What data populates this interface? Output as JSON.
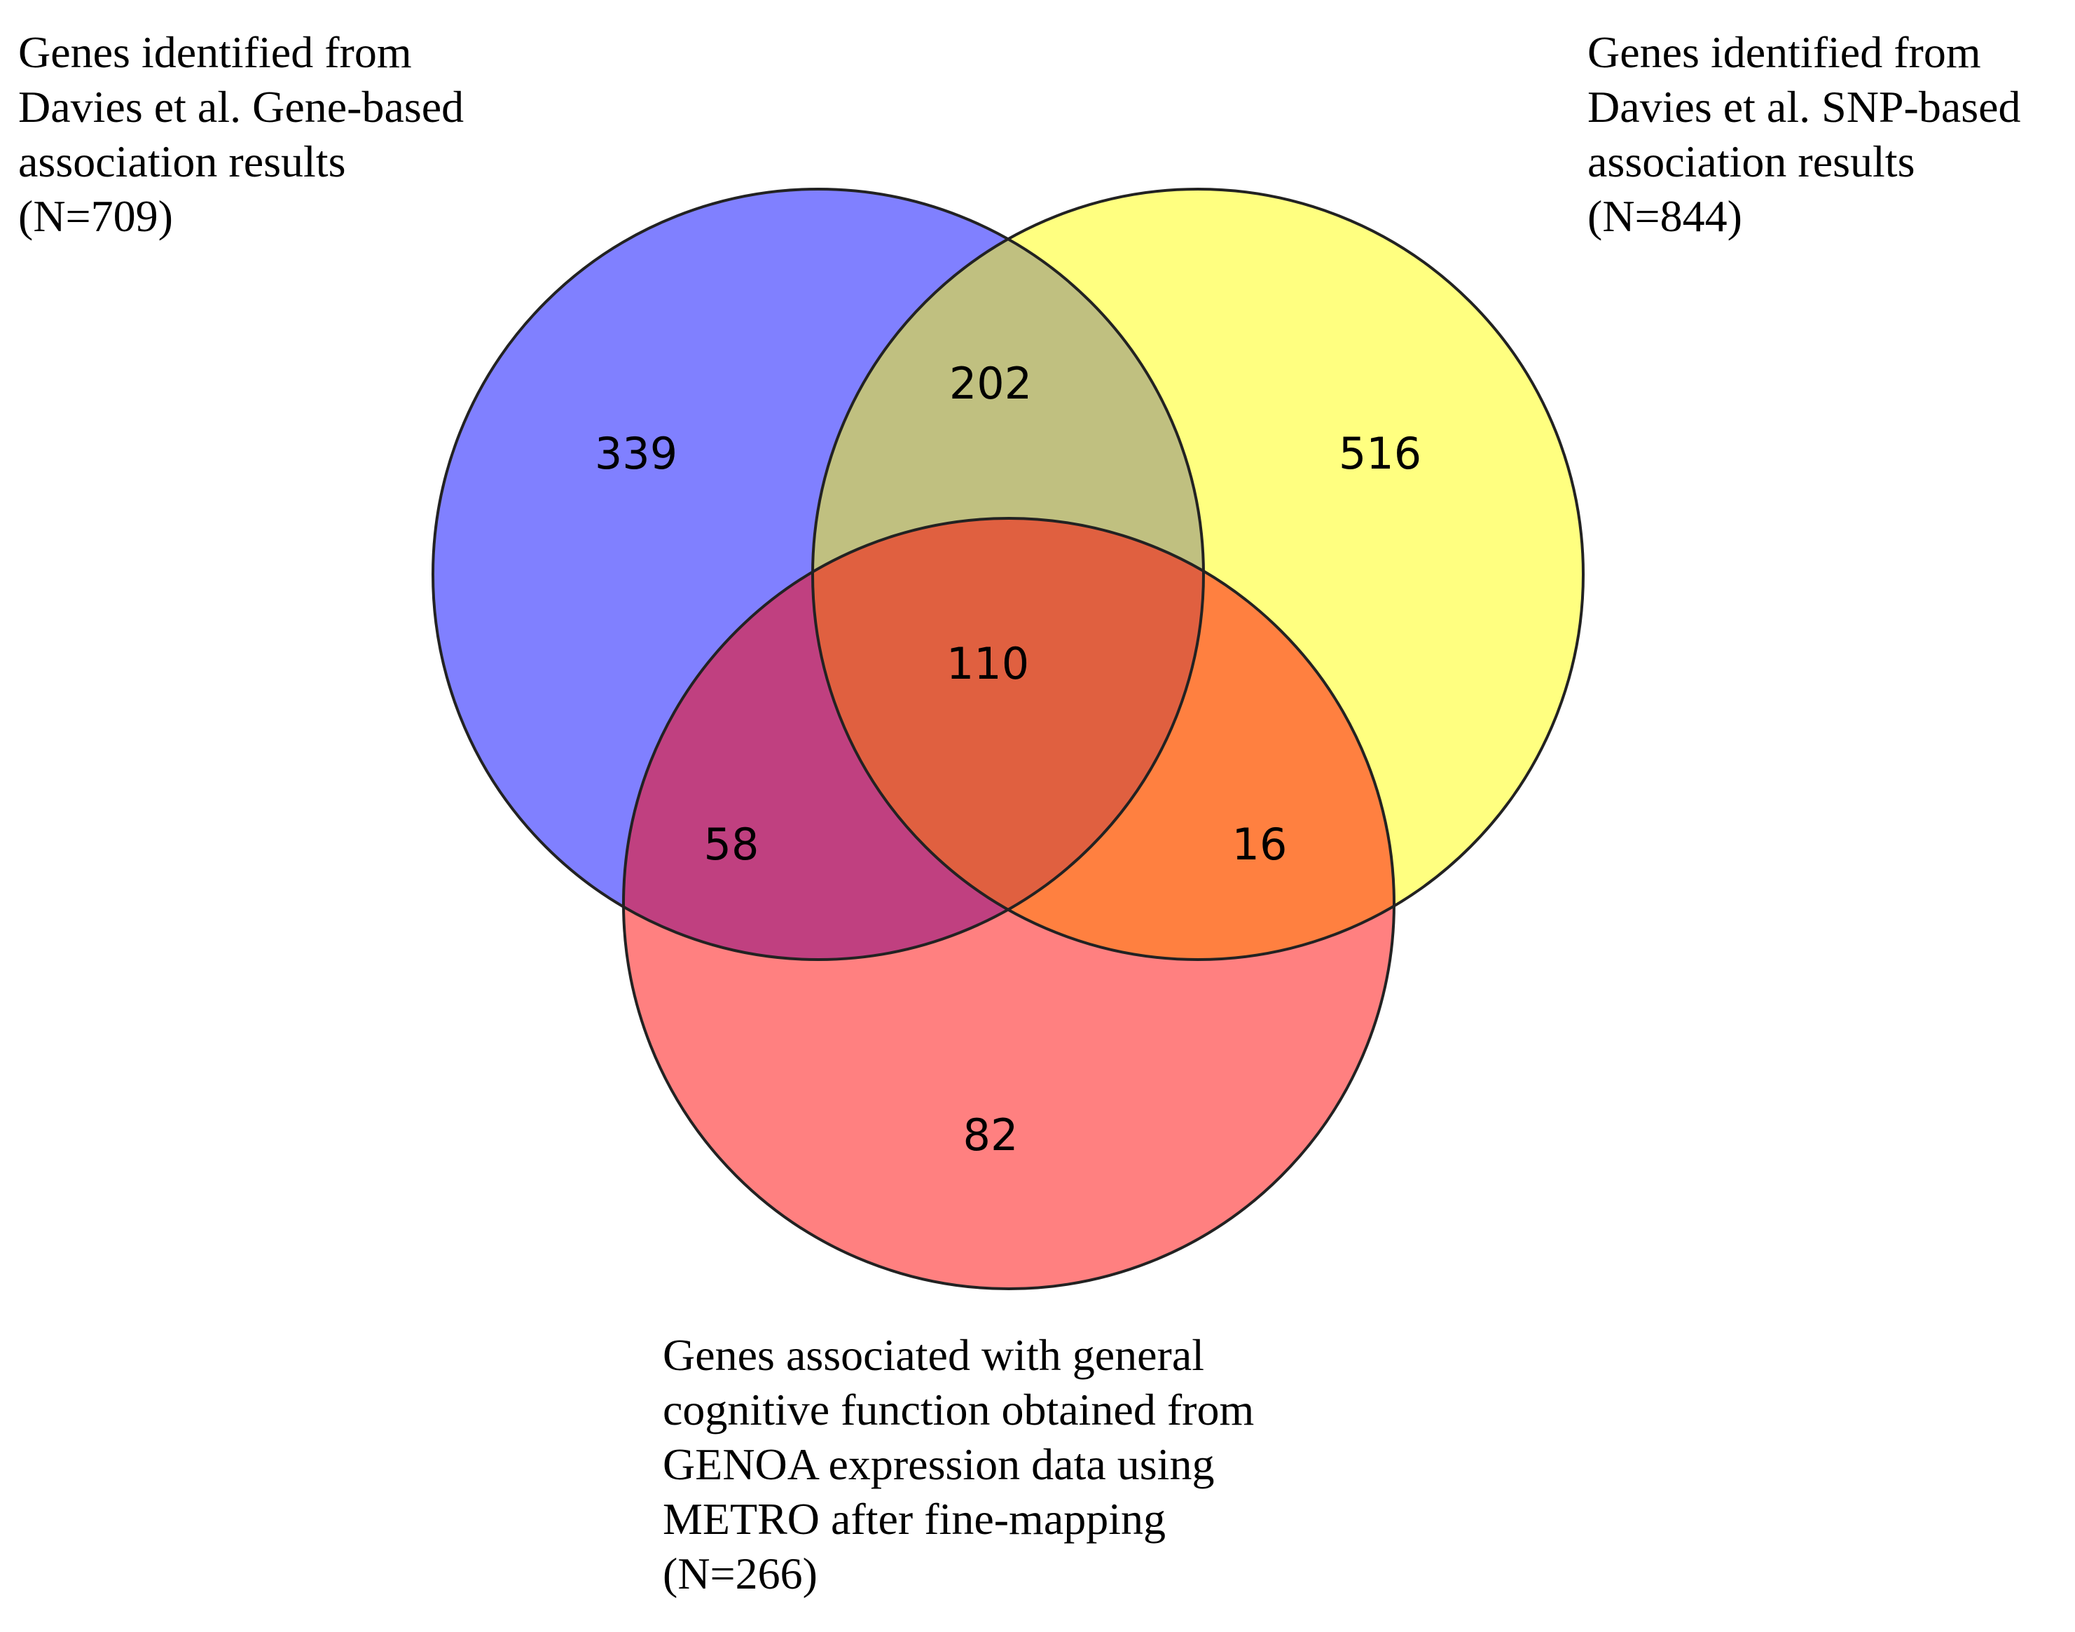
{
  "diagram": {
    "type": "venn3",
    "colors": {
      "set_a": "#8080ff",
      "set_b": "#ffff80",
      "set_c": "#ff8080",
      "region_ab": "#c0c080",
      "region_ac": "#c04080",
      "region_bc": "#ff8040",
      "region_abc": "#e06040",
      "stroke": "#222222"
    },
    "sets": {
      "a": {
        "lines": [
          "Genes identified from",
          "Davies et al. Gene-based",
          "association results",
          "(N=709)"
        ]
      },
      "b": {
        "lines": [
          "Genes identified from",
          "Davies et al. SNP-based",
          "association results",
          "(N=844)"
        ]
      },
      "c": {
        "lines": [
          "Genes associated with general",
          "cognitive function obtained from",
          "GENOA expression data using",
          "METRO after fine-mapping",
          "(N=266)"
        ]
      }
    },
    "regions": {
      "a_only": "339",
      "b_only": "516",
      "c_only": "82",
      "ab": "202",
      "ac": "58",
      "bc": "16",
      "abc": "110"
    }
  }
}
